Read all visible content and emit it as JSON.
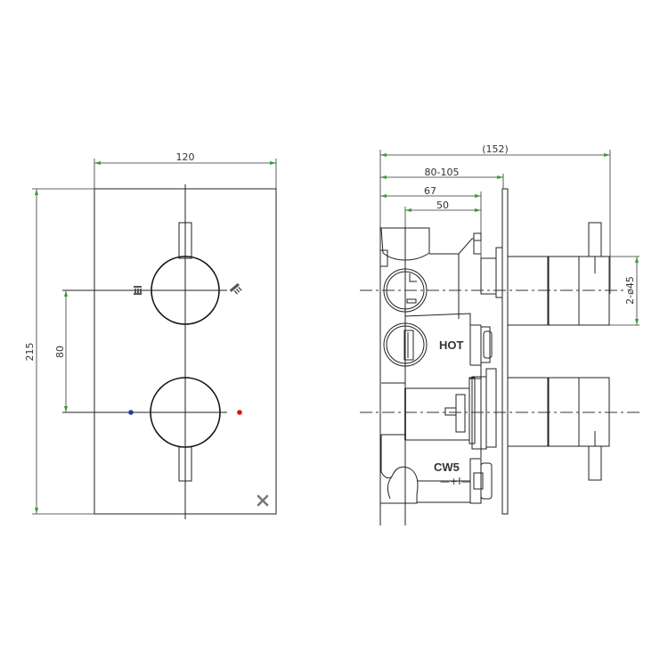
{
  "front_view": {
    "width_label": "120",
    "height_label": "215",
    "spacing_label": "80",
    "diverter_icons": {
      "left": "bath-filler-icon",
      "right": "shower-head-icon"
    },
    "temp_indicators": {
      "cold_color": "#1a3fa0",
      "hot_color": "#e01010"
    },
    "brand_mark": "cross-logo-icon"
  },
  "side_view": {
    "overall_label": "(152)",
    "wall_depth_label": "80-105",
    "depth_67_label": "67",
    "depth_50_label": "50",
    "handle_dia_label": "2-ø45",
    "hot_label": "HOT",
    "cold_label": "CW5",
    "check_valve_symbol": "—+I—"
  },
  "colors": {
    "line": "#222222",
    "dim_arrow": "#3a9a3a",
    "background": "#ffffff"
  }
}
